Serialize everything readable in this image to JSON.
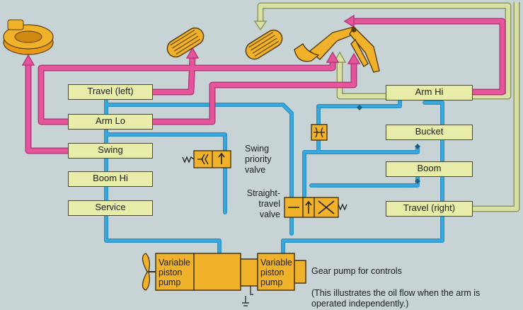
{
  "control_boxes": {
    "travel_left": "Travel (left)",
    "arm_lo": "Arm Lo",
    "swing": "Swing",
    "boom_hi": "Boom Hi",
    "service": "Service",
    "arm_hi": "Arm Hi",
    "bucket": "Bucket",
    "boom": "Boom",
    "travel_right": "Travel (right)"
  },
  "valve_labels": {
    "swing_priority": [
      "Swing",
      "priority",
      "valve"
    ],
    "straight_travel": [
      "Straight-",
      "travel",
      "valve"
    ]
  },
  "pumps": {
    "left": [
      "Variable",
      "piston",
      "pump"
    ],
    "right": [
      "Variable",
      "piston",
      "pump"
    ],
    "gear_pump": "Gear pump for controls"
  },
  "caption": [
    "(This illustrates the oil flow when the arm is",
    "operated independently.)"
  ],
  "colors": {
    "background": "#c8d3d6",
    "pressure_line": "#e4559c",
    "supply_line": "#38a4d8",
    "return_line": "#d7dea3",
    "component": "#f0b12b",
    "box_fill": "#e7eca9"
  }
}
